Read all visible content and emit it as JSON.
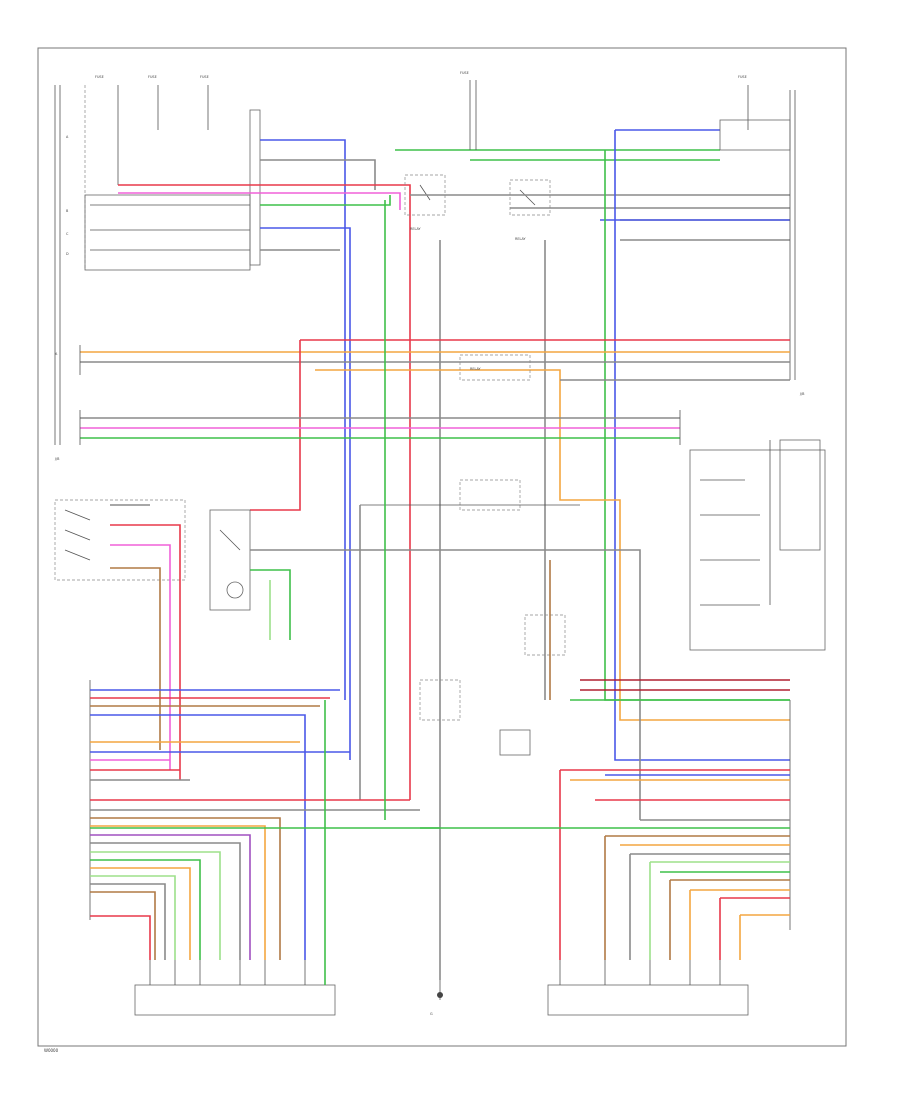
{
  "colors": {
    "red": "#e8394a",
    "pink": "#f060d8",
    "blue": "#4a58e8",
    "green": "#3fc04a",
    "light_green": "#9de08a",
    "orange": "#f4a640",
    "brown": "#b07a45",
    "gray": "#8a8a8a",
    "dark_red": "#b02030",
    "purple": "#a050c0"
  },
  "footer": {
    "code": "W0000"
  },
  "labels": {
    "sw_up": "SW",
    "fuse_left": "FUSE",
    "fuse_mid": "FUSE",
    "fuse_right": "FUSE",
    "junction_left": "J/B",
    "junction_right": "J/B",
    "gnd_bottom": "G",
    "pin_a": "A",
    "pin_b": "B",
    "pin_c": "C",
    "pin_d": "D"
  }
}
